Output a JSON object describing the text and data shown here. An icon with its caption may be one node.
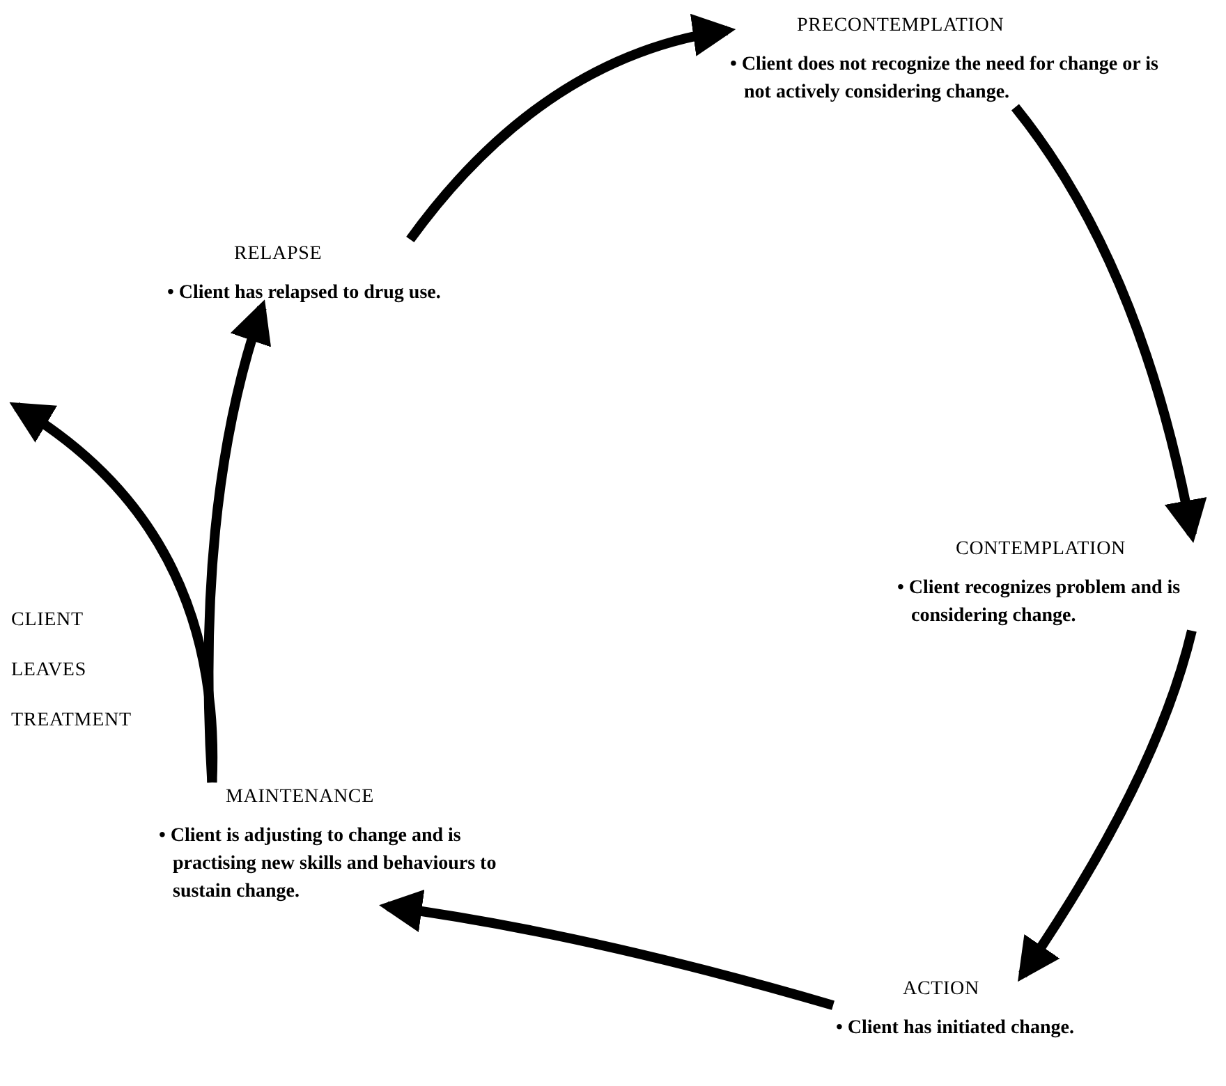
{
  "diagram": {
    "nodes": [
      {
        "text": [
          "PRECONTEMPLATION",
          "• Client does not recognize the need for change or is not actively considering change."
        ]
      },
      {
        "text": [
          "RELAPSE",
          "• Client has relapsed to drug use."
        ]
      },
      {
        "text": [
          "CONTEMPLATION",
          "• Client recognizes problem and is considering change."
        ]
      },
      {
        "text": [
          "ACTION",
          "• Client has initiated change."
        ]
      },
      {
        "text": [
          "MAINTENANCE",
          "• Client is adjusting to change and is practising new skills and behaviours to sustain change."
        ]
      }
    ],
    "edges": [
      {
        "from": 1,
        "to": 0,
        "arrow": "to"
      },
      {
        "from": 0,
        "to": 2,
        "arrow": "to"
      },
      {
        "from": 2,
        "to": 3,
        "arrow": "to"
      },
      {
        "from": 3,
        "to": 4,
        "arrow": "to"
      },
      {
        "from": 4,
        "to": 1,
        "arrow": "to"
      },
      {
        "from": 4,
        "to": null,
        "arrow": "to"
      }
    ],
    "labels": [
      "CLIENT LEAVES TREATMENT"
    ]
  }
}
